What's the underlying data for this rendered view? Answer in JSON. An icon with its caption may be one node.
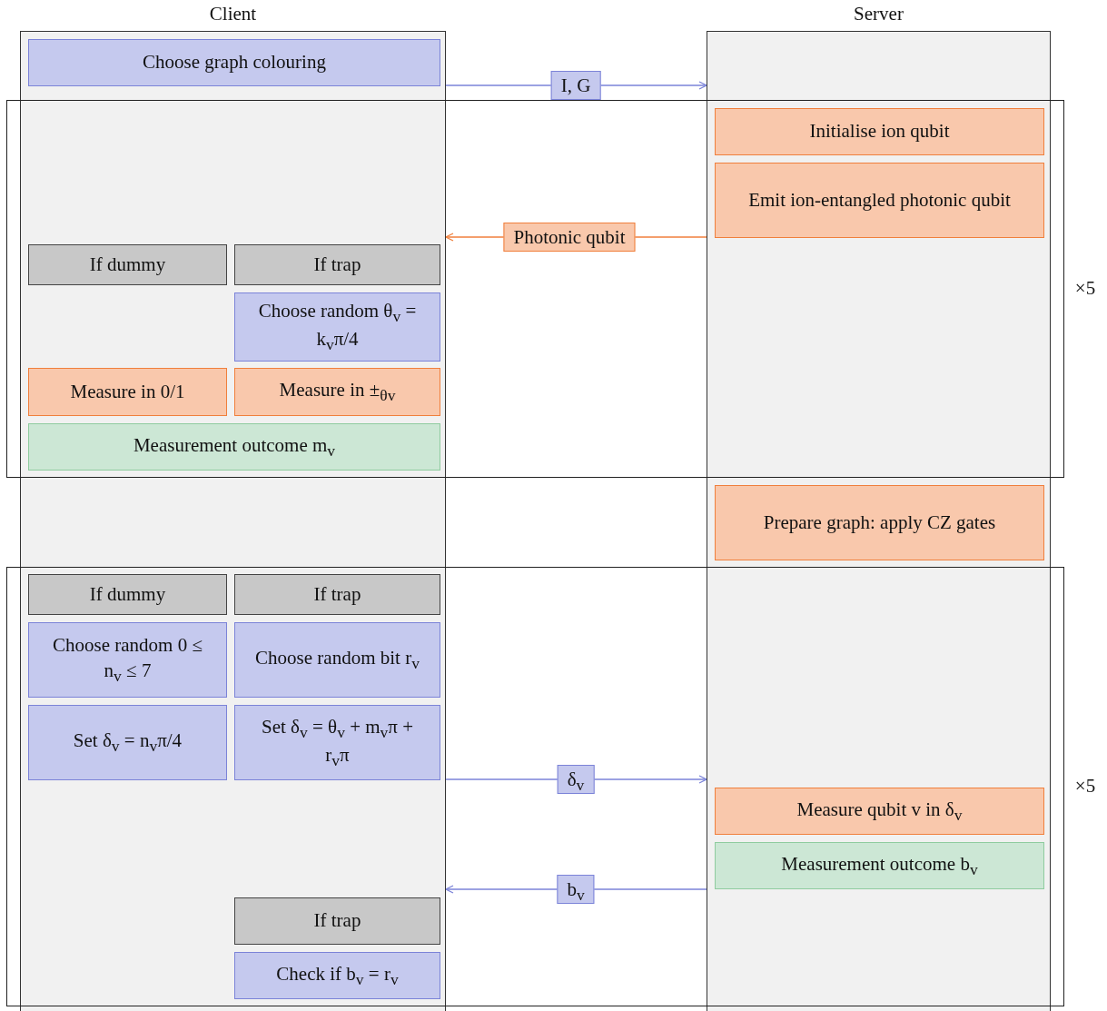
{
  "diagram": {
    "nodes": [
      {
        "text": [
          "Client"
        ]
      },
      {
        "text": [
          "Server"
        ]
      },
      {
        "text": [
          "Choose graph colouring"
        ],
        "in": 0
      },
      {
        "text": [
          "If dummy"
        ],
        "in": 0
      },
      {
        "text": [
          "If trap"
        ],
        "in": 0
      },
      {
        "text": [
          "Choose random θ$_{v}$ = k$_{v}$π/4"
        ],
        "in": 0
      },
      {
        "text": [
          "Measure in 0/1"
        ],
        "in": 0
      },
      {
        "text": [
          "Measure in ±$_{θv}$"
        ],
        "in": 0
      },
      {
        "text": [
          "Measurement outcome m$_{v}$"
        ],
        "in": 0
      },
      {
        "text": [
          "If dummy"
        ],
        "in": 0
      },
      {
        "text": [
          "If trap"
        ],
        "in": 0
      },
      {
        "text": [
          "Choose random 0 ≤ n$_{v}$ ≤ 7"
        ],
        "in": 0
      },
      {
        "text": [
          "Choose random bit r$_{v}$"
        ],
        "in": 0
      },
      {
        "text": [
          "Set δ$_{v}$ = n$_{v}$π/4"
        ],
        "in": 0
      },
      {
        "text": [
          "Set δ$_{v}$ = θ$_{v}$ + m$_{v}$π + r$_{v}$π"
        ],
        "in": 0
      },
      {
        "text": [
          "If trap"
        ],
        "in": 0
      },
      {
        "text": [
          "Check if b$_{v}$ = r$_{v}$"
        ],
        "in": 0
      },
      {
        "text": [
          "Initialise ion qubit"
        ],
        "in": 1
      },
      {
        "text": [
          "Emit ion-entangled photonic qubit"
        ],
        "in": 1
      },
      {
        "text": [
          "Prepare graph: apply CZ gates"
        ],
        "in": 1
      },
      {
        "text": [
          "Measure qubit v in δ$_{v}$"
        ],
        "in": 1
      },
      {
        "text": [
          "Measurement outcome b$_{v}$"
        ],
        "in": 1
      }
    ],
    "edges": [
      {
        "from": 0,
        "to": 1,
        "arrow": "to",
        "label": "I, G"
      },
      {
        "from": 1,
        "to": 0,
        "arrow": "to",
        "label": "Photonic qubit",
        "color": "#f07f3c"
      },
      {
        "from": 0,
        "to": 1,
        "arrow": "to",
        "label": "δ$_{v}$"
      },
      {
        "from": 1,
        "to": 0,
        "arrow": "to",
        "label": "b$_{v}$"
      }
    ],
    "labels": [
      "×5",
      "×5"
    ]
  }
}
